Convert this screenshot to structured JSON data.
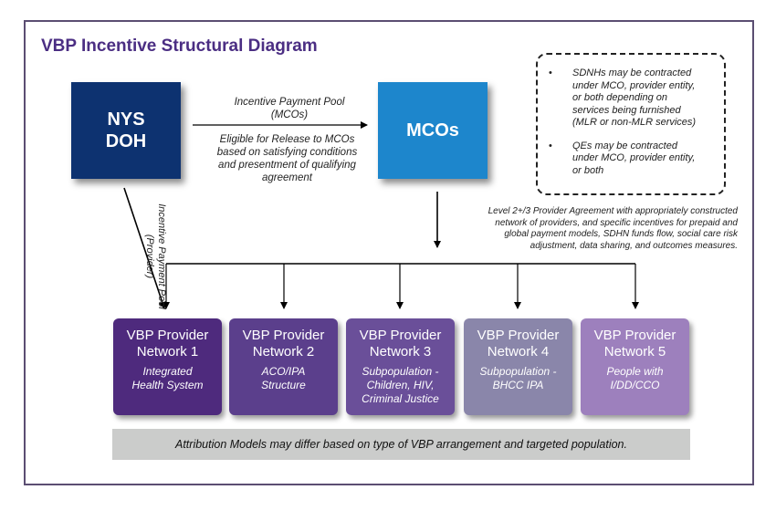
{
  "title": "VBP Incentive Structural Diagram",
  "nys_doh": {
    "line1": "NYS",
    "line2": "DOH"
  },
  "mcos": {
    "label": "MCOs"
  },
  "pool_mcos": {
    "line1": "Incentive Payment Pool",
    "line2": "(MCOs)"
  },
  "eligible": {
    "line1": "Eligible for Release to MCOs",
    "line2": "based on satisfying conditions",
    "line3": "and presentment of qualifying",
    "line4": "agreement"
  },
  "pool_provider": {
    "line1": "Incentive Payment Pool",
    "line2": "(Provider)"
  },
  "notes": [
    {
      "bullet": "•",
      "lines": [
        "SDNHs may be contracted",
        "under MCO, provider entity,",
        "or both depending on",
        "services being furnished",
        "(MLR or non-MLR services)"
      ]
    },
    {
      "bullet": "•",
      "lines": [
        "QEs may be contracted",
        "under MCO, provider entity,",
        "or both"
      ]
    }
  ],
  "level_agreement": {
    "lines": [
      "Level 2+/3 Provider Agreement with appropriately constructed",
      "network of providers, and specific incentives for prepaid and",
      "global payment models, SDHN funds flow, social care risk",
      "adjustment, data sharing, and outcomes measures."
    ]
  },
  "networks": [
    {
      "title1": "VBP Provider",
      "title2": "Network 1",
      "sub": [
        "Integrated",
        "Health System"
      ],
      "color": "#4e2a7d"
    },
    {
      "title1": "VBP Provider",
      "title2": "Network 2",
      "sub": [
        "ACO/IPA",
        "Structure"
      ],
      "color": "#5b3f8c"
    },
    {
      "title1": "VBP Provider",
      "title2": "Network 3",
      "sub": [
        "Subpopulation -",
        "Children, HIV,",
        "Criminal Justice"
      ],
      "color": "#6a4f99"
    },
    {
      "title1": "VBP Provider",
      "title2": "Network 4",
      "sub": [
        "Subpopulation -",
        "BHCC IPA"
      ],
      "color": "#8a86aa"
    },
    {
      "title1": "VBP Provider",
      "title2": "Network 5",
      "sub": [
        "People with",
        "I/DD/CCO"
      ],
      "color": "#9d80bd"
    }
  ],
  "attribution": "Attribution Models may differ based on type of VBP arrangement and targeted population."
}
